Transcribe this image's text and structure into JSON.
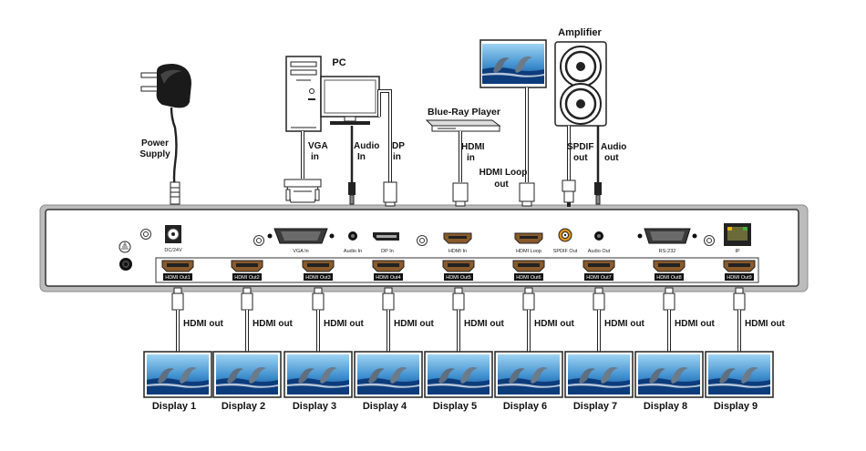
{
  "labels": {
    "pc": "PC",
    "amplifier": "Amplifier",
    "bluray": "Blue-Ray Player",
    "power_l1": "Power",
    "power_l2": "Supply",
    "vga_l1": "VGA",
    "vga_l2": "in",
    "audio_l1": "Audio",
    "audio_l2": "In",
    "dp_l1": "DP",
    "dp_l2": "in",
    "hdmi_in_l1": "HDMI",
    "hdmi_in_l2": "in",
    "loop_l1": "HDMI Loop",
    "loop_l2": "out",
    "spdif_l1": "SPDIF",
    "spdif_l2": "out",
    "audio_out_l1": "Audio",
    "audio_out_l2": "out"
  },
  "panel_ports": {
    "dc": "DC/24V",
    "vga": "VGA In",
    "audio_in": "Audio In",
    "dp": "DP In",
    "hdmi_in": "HDMI In",
    "hdmi_loop": "HDMI Loop",
    "spdif": "SPDIF Out",
    "audio_out": "Audio Out",
    "rs232": "RS-232",
    "ip": "IP"
  },
  "outputs": [
    {
      "port": "HDMI Out1",
      "cable": "HDMI out",
      "display": "Display 1"
    },
    {
      "port": "HDMI Out2",
      "cable": "HDMI out",
      "display": "Display 2"
    },
    {
      "port": "HDMI Out3",
      "cable": "HDMI out",
      "display": "Display 3"
    },
    {
      "port": "HDMI Out4",
      "cable": "HDMI out",
      "display": "Display 4"
    },
    {
      "port": "HDMI Out5",
      "cable": "HDMI out",
      "display": "Display 5"
    },
    {
      "port": "HDMI Out6",
      "cable": "HDMI out",
      "display": "Display 6"
    },
    {
      "port": "HDMI Out7",
      "cable": "HDMI out",
      "display": "Display 7"
    },
    {
      "port": "HDMI Out8",
      "cable": "HDMI out",
      "display": "Display 8"
    },
    {
      "port": "HDMI Out9",
      "cable": "HDMI out",
      "display": "Display 9"
    }
  ]
}
